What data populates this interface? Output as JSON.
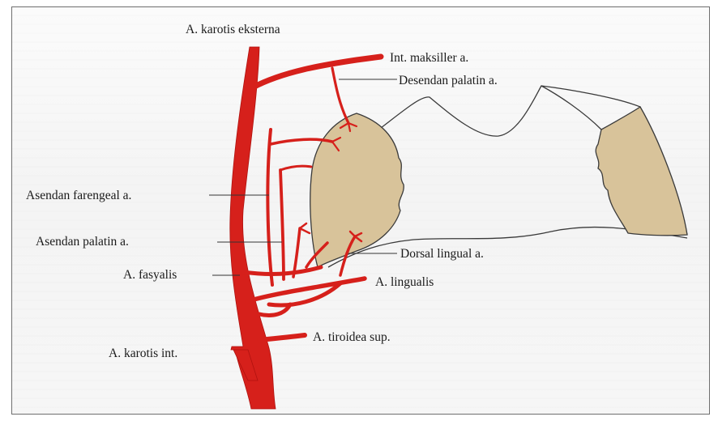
{
  "labels": {
    "karotis_eksterna": "A. karotis eksterna",
    "int_maksiller": "Int. maksiller a.",
    "desendan_palatin": "Desendan palatin a.",
    "asendan_farengeal": "Asendan farengeal a.",
    "asendan_palatin": "Asendan palatin a.",
    "dorsal_lingual": "Dorsal lingual a.",
    "fasyalis": "A. fasyalis",
    "lingualis": "A. lingualis",
    "tiroidea_sup": "A. tiroidea sup.",
    "karotis_int": "A. karotis int."
  },
  "colors": {
    "artery": "#d6201b",
    "tonsil": "#d8c39a",
    "outline": "#3a3a3a"
  }
}
